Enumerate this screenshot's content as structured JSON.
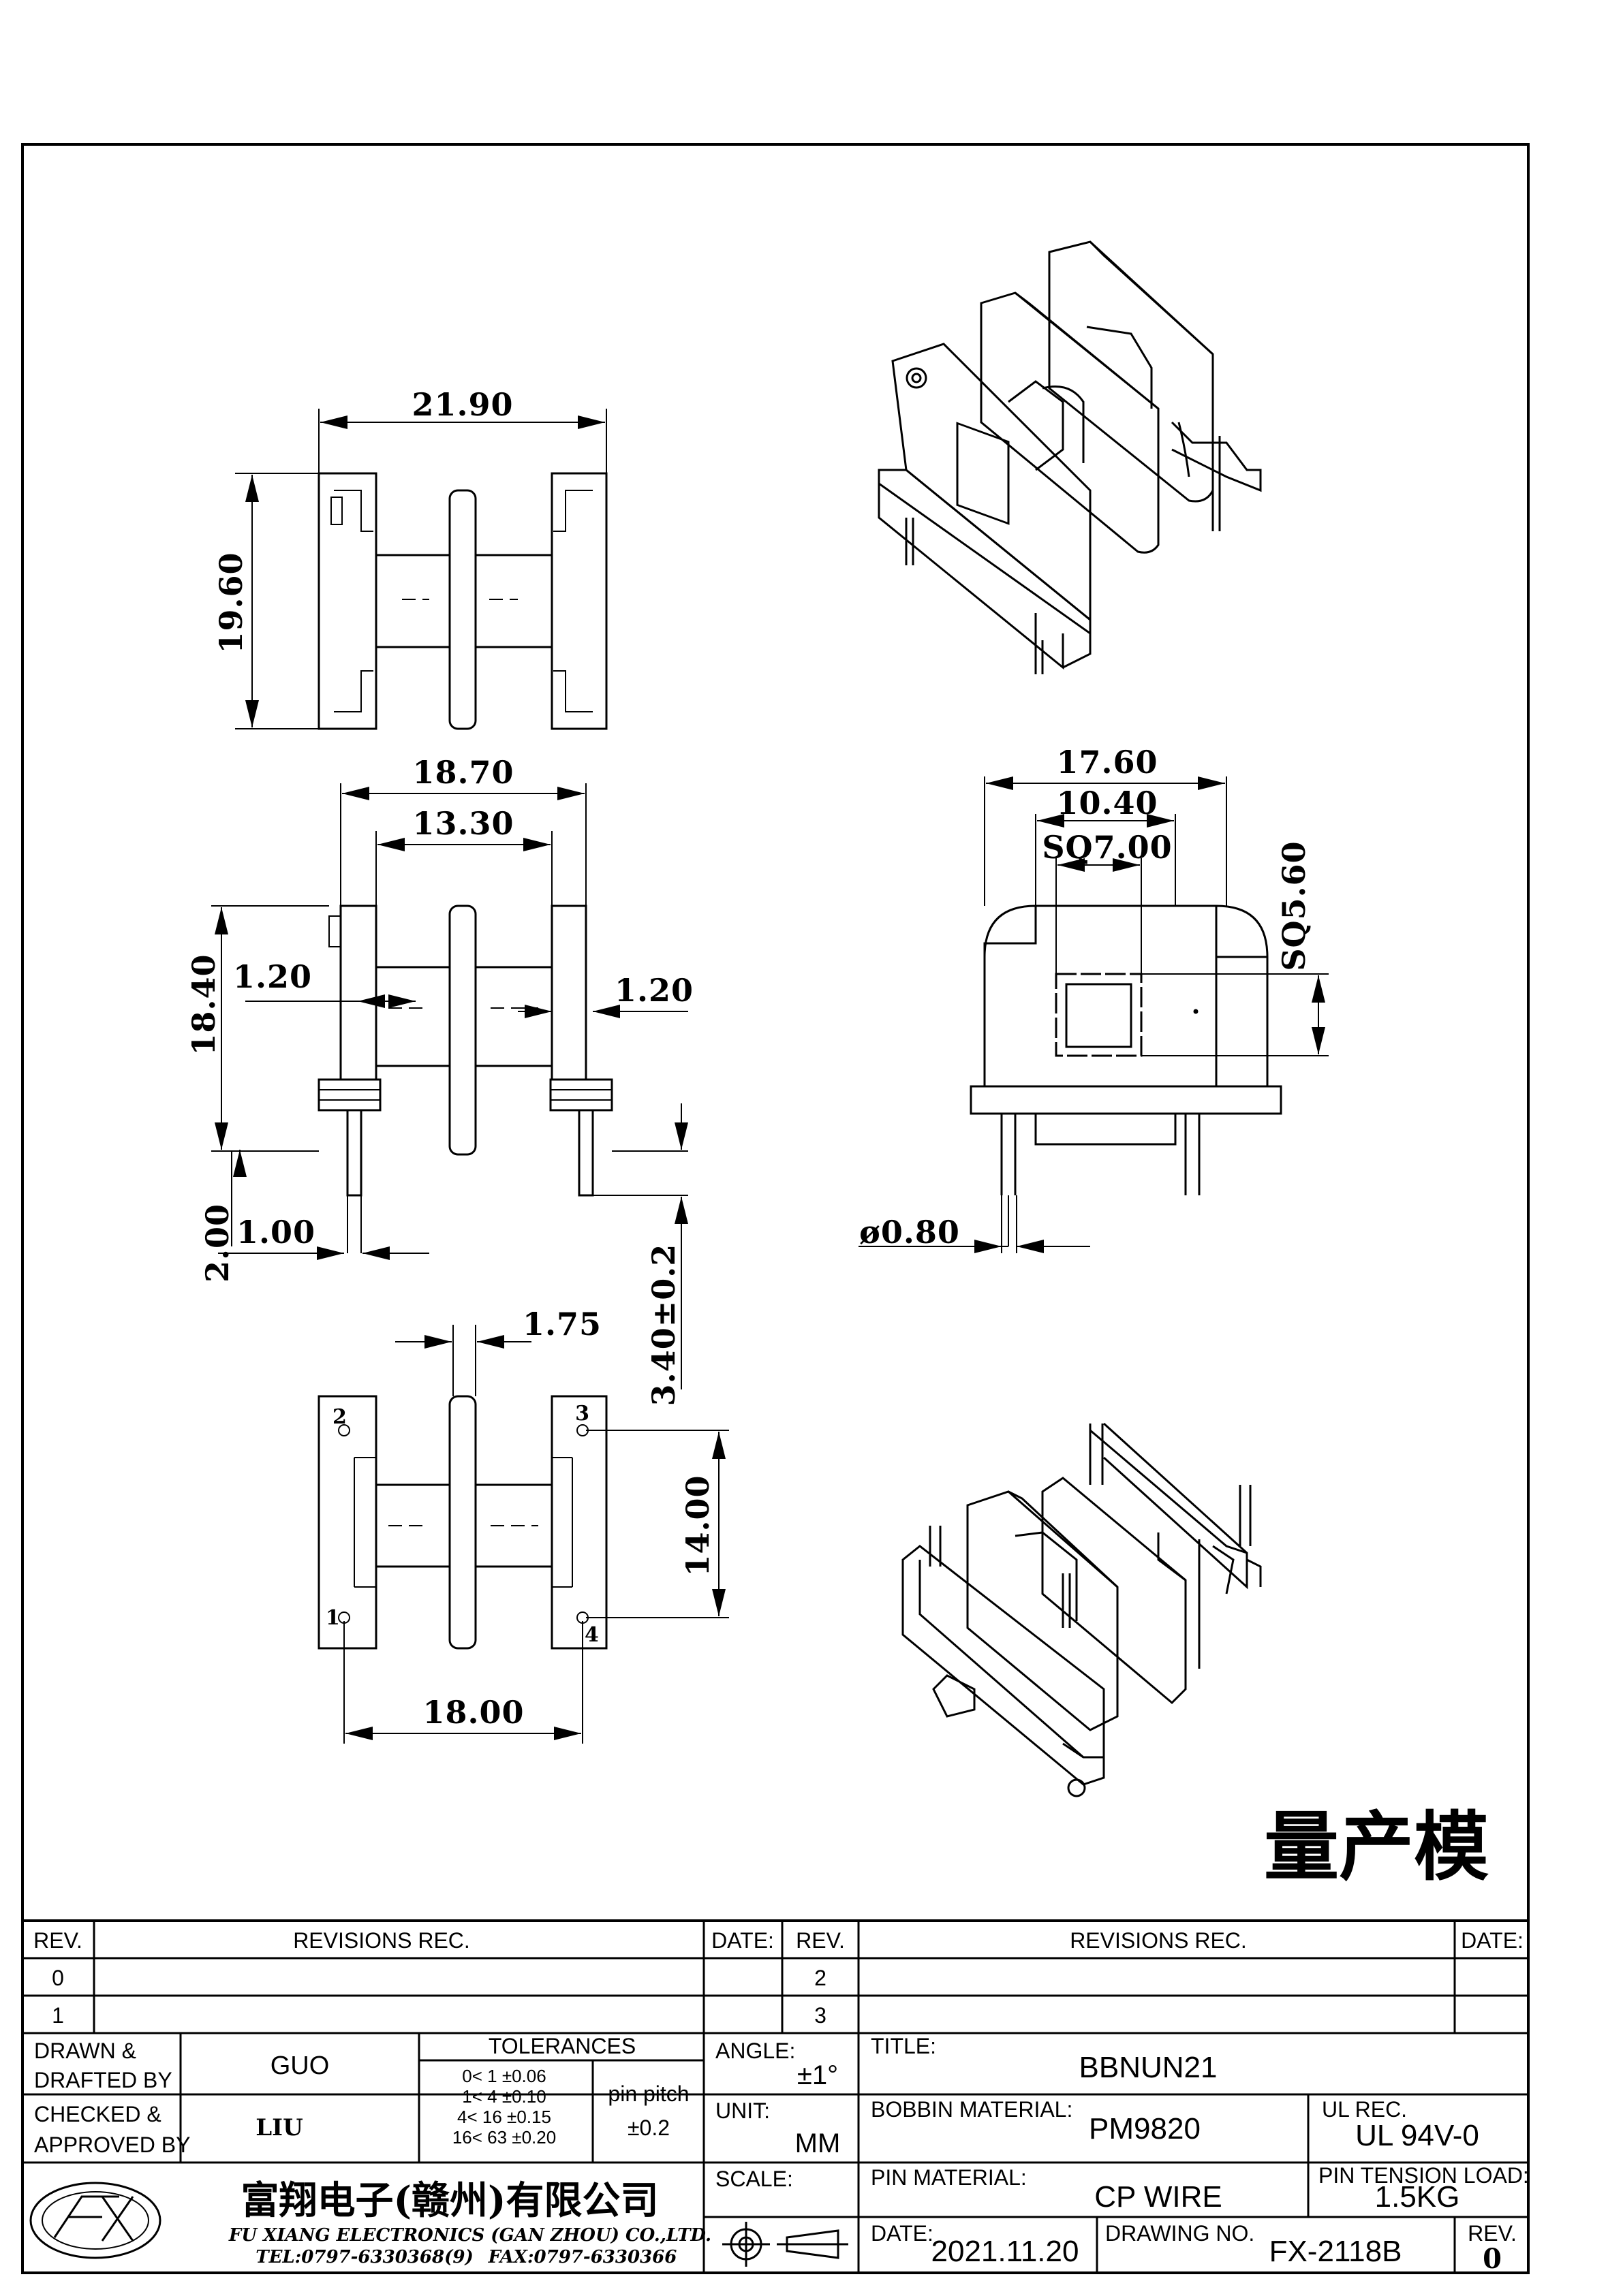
{
  "dimensions": {
    "top_width": "21.90",
    "top_height": "19.60",
    "front_outer_width": "18.70",
    "front_inner_width": "13.30",
    "front_height": "18.40",
    "flange_left": "1.20",
    "flange_right": "1.20",
    "pin_offset_v": "2.00",
    "pin_width": "1.00",
    "pin_length": "3.40±0.2",
    "side_width": "17.60",
    "side_inner": "10.40",
    "sq_window": "SQ7.00",
    "sq_core": "SQ5.60",
    "pin_diameter": "ø0.80",
    "bottom_flange": "1.75",
    "pin_row_spacing": "14.00",
    "pin_col_spacing": "18.00"
  },
  "pins": [
    "1",
    "2",
    "3",
    "4"
  ],
  "stamp": "量产模",
  "title_block": {
    "rev_header": "REV.",
    "revisions_header": "REVISIONS    REC.",
    "date_header": "DATE:",
    "rev_rows_left": [
      "0",
      "1"
    ],
    "rev_rows_right": [
      "2",
      "3"
    ],
    "drawn_label_1": "DRAWN  &",
    "drawn_label_2": "DRAFTED  BY",
    "drawn_by": "GUO",
    "checked_label_1": "CHECKED  &",
    "checked_label_2": "APPROVED  BY",
    "checked_by": "LIU",
    "tolerances_label": "TOLERANCES",
    "tolerance_rows": [
      "0<   1    ±0.06",
      "1<   4    ±0.10",
      "4<  16  ±0.15",
      "16<  63  ±0.20"
    ],
    "pin_pitch_label": "pin  pitch",
    "pin_pitch_value": "±0.2",
    "angle_label": "ANGLE:",
    "angle_value": "±1°",
    "unit_label": "UNIT:",
    "unit_value": "MM",
    "scale_label": "SCALE:",
    "title_label": "TITLE:",
    "title_value": "BBNUN21",
    "bobbin_label": "BOBBIN  MATERIAL:",
    "bobbin_value": "PM9820",
    "ul_label": "UL  REC.",
    "ul_value": "UL  94V-0",
    "pin_material_label": "PIN  MATERIAL:",
    "pin_material_value": "CP  WIRE",
    "pin_tension_label": "PIN  TENSION  LOAD:",
    "pin_tension_value": "1.5KG",
    "date_label": "DATE:",
    "date_value": "2021.11.20",
    "drawing_no_label": "DRAWING  NO.",
    "drawing_no_value": "FX-2118B",
    "rev_value": "0",
    "company_cn": "富翔电子(赣州)有限公司",
    "company_en": "FU XIANG ELECTRONICS (GAN ZHOU) CO.,LTD.",
    "tel": "TEL:0797-6330368(9)",
    "fax": "FAX:0797-6330366"
  }
}
